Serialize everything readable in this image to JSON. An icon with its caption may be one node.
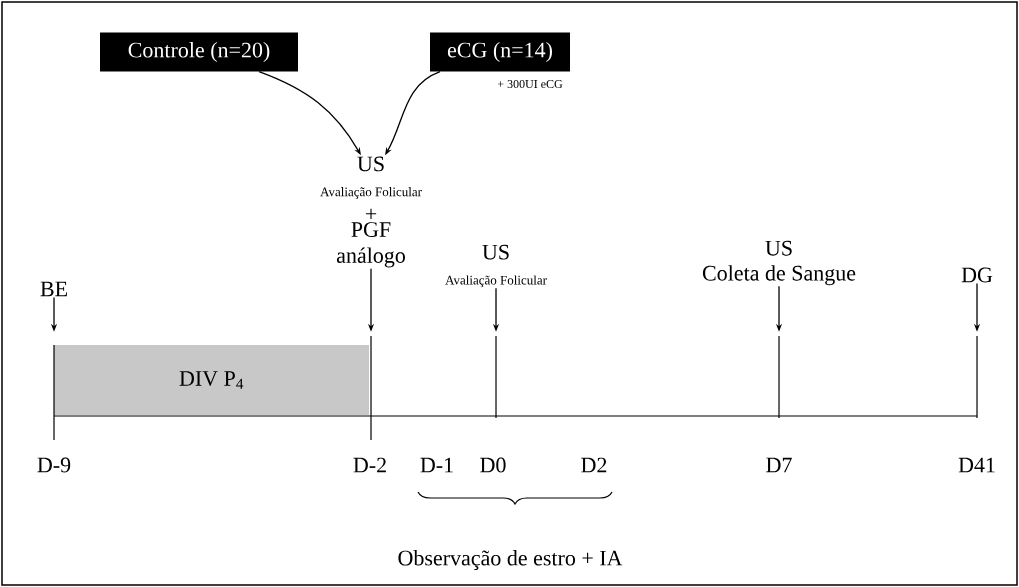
{
  "diagram": {
    "nodes": [
      {
        "text": [
          "Controle (n=20)"
        ]
      },
      {
        "text": [
          "eCG (n=14)"
        ],
        "beside": [
          "+ 300UI eCG"
        ]
      },
      {
        "text": [
          "US",
          "Avaliação Folicular",
          "+",
          "PGF análogo"
        ]
      },
      {
        "text": [
          "BE"
        ]
      },
      {
        "text": [
          "US",
          "Avaliação Folicular"
        ]
      },
      {
        "text": [
          "US",
          "Coleta de Sangue"
        ]
      },
      {
        "text": [
          "DG"
        ]
      },
      {
        "text": [
          "DIV P$_{4}$"
        ]
      },
      {
        "text": [],
        "shape": "bar"
      },
      {
        "text": [],
        "shape": "bar"
      },
      {
        "text": [],
        "shape": "bar"
      },
      {
        "text": [],
        "shape": "bar"
      },
      {
        "text": [],
        "shape": "bar"
      }
    ],
    "edges": [
      {
        "from": 0,
        "to": 2,
        "arrow": "to"
      },
      {
        "from": 1,
        "to": 2,
        "arrow": "to"
      },
      {
        "from": 3,
        "to": 8,
        "arrow": "to"
      },
      {
        "from": 2,
        "to": 9,
        "arrow": "to"
      },
      {
        "from": 4,
        "to": 10,
        "arrow": "to"
      },
      {
        "from": 5,
        "to": 11,
        "arrow": "to"
      },
      {
        "from": 6,
        "to": 12,
        "arrow": "to"
      }
    ],
    "labels": [
      "D-9",
      "D-2",
      "D-1",
      "D0",
      "D2",
      "D7",
      "D41",
      "Observação de estro + IA"
    ]
  }
}
